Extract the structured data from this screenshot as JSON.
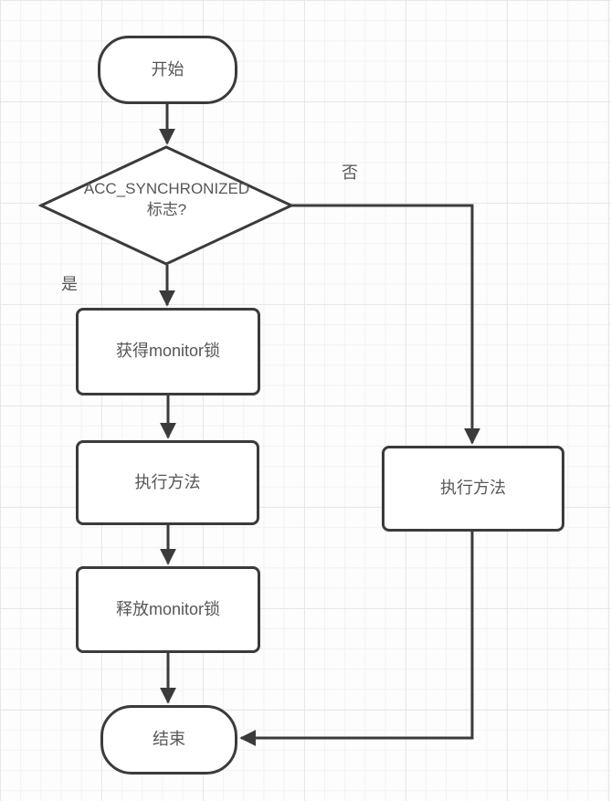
{
  "diagram": {
    "nodes": {
      "start": {
        "type": "terminator",
        "label": "开始"
      },
      "decision": {
        "type": "decision",
        "label_line1": "ACC_SYNCHRONIZED",
        "label_line2": "标志?"
      },
      "acquire_lock": {
        "type": "process",
        "label": "获得monitor锁"
      },
      "execute_left": {
        "type": "process",
        "label": "执行方法"
      },
      "release_lock": {
        "type": "process",
        "label": "释放monitor锁"
      },
      "execute_right": {
        "type": "process",
        "label": "执行方法"
      },
      "end": {
        "type": "terminator",
        "label": "结束"
      }
    },
    "edge_labels": {
      "yes": "是",
      "no": "否"
    },
    "colors": {
      "stroke": "#3b3b3b",
      "text": "#565656",
      "fill": "#ffffff",
      "grid_minor": "#f2f2f2",
      "grid_major": "#e7e7e7",
      "background": "#fdfdfd"
    }
  }
}
